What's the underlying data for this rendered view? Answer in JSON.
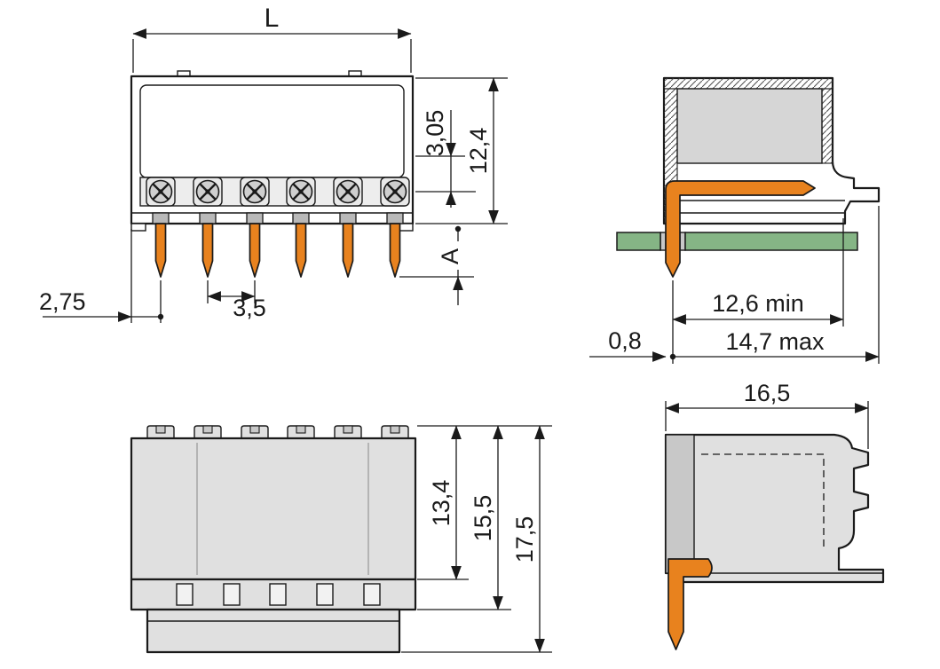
{
  "drawing": {
    "type": "connector dimensional drawing",
    "pin_count": 6,
    "views": {
      "front": {
        "dim_L": "L",
        "dim_3_05": "3,05",
        "dim_12_4": "12,4",
        "dim_2_75": "2,75",
        "dim_3_5": "3,5",
        "dim_A": "A"
      },
      "side_section": {
        "dim_12_6_min": "12,6 min",
        "dim_0_8": "0,8",
        "dim_14_7_max": "14,7 max"
      },
      "rear": {
        "dim_13_4": "13,4",
        "dim_15_5": "15,5",
        "dim_17_5": "17,5"
      },
      "side": {
        "dim_16_5": "16,5"
      }
    },
    "colors": {
      "line": "#1a1a1a",
      "housing_fill": "#e0e0e0",
      "housing_dark": "#c8c8c8",
      "cavity_fill": "#d6d6d6",
      "slot_fill": "#f2f2f2",
      "strip_fill": "#ededed",
      "pin_orange": "#e8821e",
      "pcb_green": "#85b585",
      "background": "#ffffff"
    }
  }
}
